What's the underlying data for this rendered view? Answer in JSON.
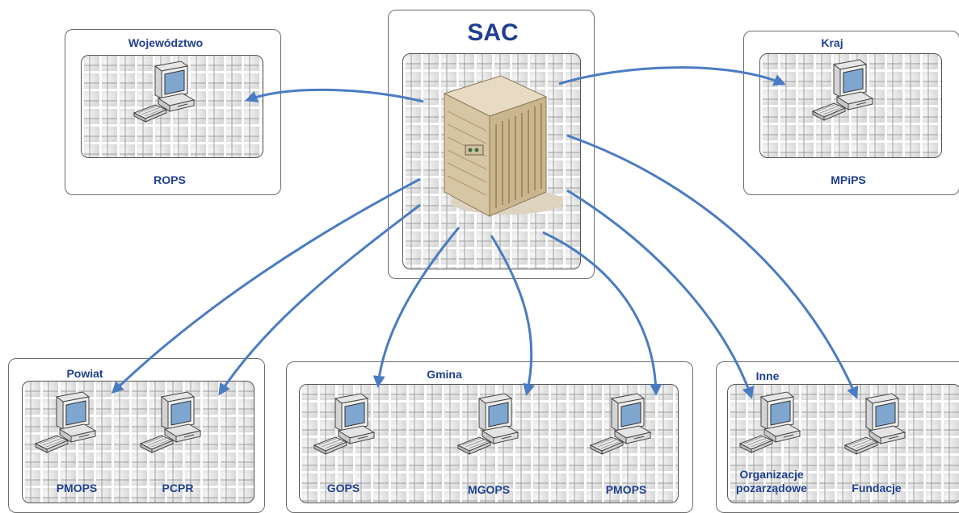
{
  "colors": {
    "label": "#1f3f8f",
    "arrow": "#4a7cc2",
    "frame": "#6b6b6b"
  },
  "center": {
    "title": "SAC",
    "icon": "server-icon"
  },
  "groups": {
    "wojewodztwo": {
      "title": "Województwo",
      "items": [
        {
          "label": "ROPS",
          "icon": "computer-icon"
        }
      ]
    },
    "kraj": {
      "title": "Kraj",
      "items": [
        {
          "label": "MPiPS",
          "icon": "computer-icon"
        }
      ]
    },
    "powiat": {
      "title": "Powiat",
      "items": [
        {
          "label": "PMOPS",
          "icon": "computer-icon"
        },
        {
          "label": "PCPR",
          "icon": "computer-icon"
        }
      ]
    },
    "gmina": {
      "title": "Gmina",
      "items": [
        {
          "label": "GOPS",
          "icon": "computer-icon"
        },
        {
          "label": "MGOPS",
          "icon": "computer-icon"
        },
        {
          "label": "PMOPS",
          "icon": "computer-icon"
        }
      ]
    },
    "inne": {
      "title": "Inne",
      "items": [
        {
          "label_line1": "Organizacje",
          "label_line2": "pozarządowe",
          "icon": "computer-icon"
        },
        {
          "label": "Fundacje",
          "icon": "computer-icon"
        }
      ]
    }
  }
}
